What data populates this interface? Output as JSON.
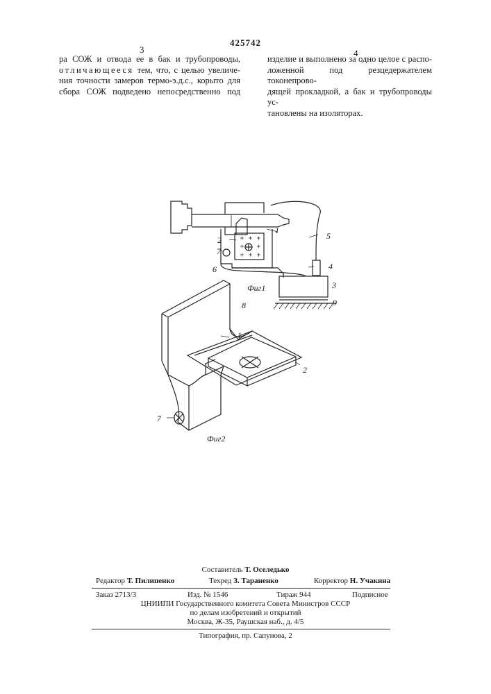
{
  "patent_number": "425742",
  "col_left_number": "3",
  "col_right_number": "4",
  "col_left_lines": [
    "ра СОЖ и отвода ее в бак и трубопроводы,",
    "отличающееся тем, что, с целью увеличе-",
    "ния точности замеров термо-э.д.с., корыто для",
    "сбора СОЖ подведено непосредственно под"
  ],
  "col_left_spaced": "отличающееся",
  "col_left_line2_rest": " тем, что, с целью увеличе-",
  "col_right_lines": [
    "изделие и выполнено за одно целое с распо-",
    "ложенной под резцедержателем токонепрово-",
    "дящей прокладкой, а бак и трубопроводы ус-",
    "тановлены на изоляторах."
  ],
  "figure1": {
    "caption": "Фиг1",
    "labels": [
      "1",
      "2",
      "3",
      "4",
      "5",
      "6",
      "7",
      "9"
    ]
  },
  "figure2": {
    "caption": "Фиг2",
    "labels": [
      "1",
      "2",
      "7",
      "8"
    ]
  },
  "footer": {
    "compiler_label": "Составитель",
    "compiler_name": "Т. Оселедько",
    "editor_label": "Редактор",
    "editor_name": "Т. Пилипенко",
    "techred_label": "Техред",
    "techred_name": "З. Тараненко",
    "corrector_label": "Корректор",
    "corrector_name": "Н. Учакина",
    "order": "Заказ 2713/3",
    "izd": "Изд. № 1546",
    "tirazh": "Тираж 944",
    "podpisnoe": "Подписное",
    "institute": "ЦНИИПИ Государственного комитета Совета Министров СССР",
    "affairs": "по делам изобретений и открытий",
    "address": "Москва, Ж-35, Раушская наб., д. 4/5",
    "printing": "Типография, пр. Сапунова, 2"
  }
}
